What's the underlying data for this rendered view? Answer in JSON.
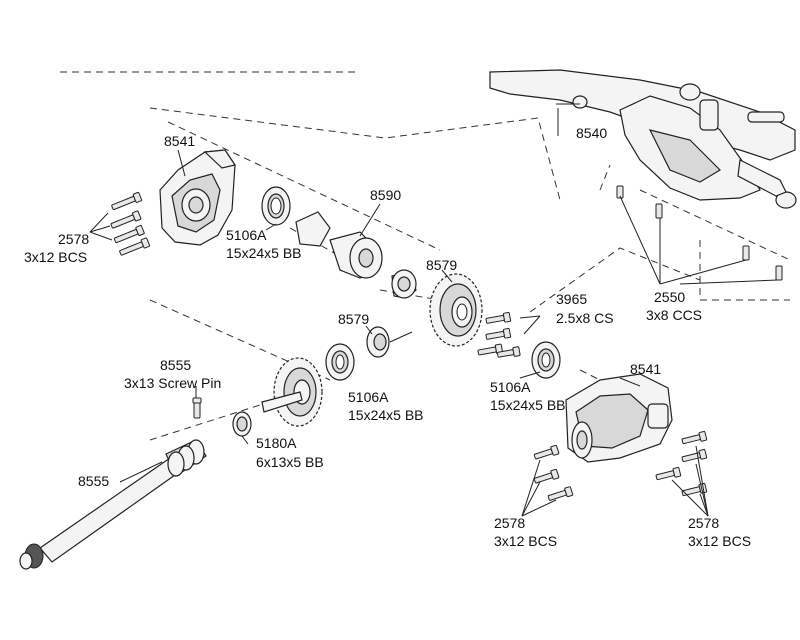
{
  "callouts": {
    "housing_left": "8541",
    "screws_left_num": "2578",
    "screws_left_desc": "3x12 BCS",
    "bearing_top_num": "5106A",
    "bearing_top_desc": "15x24x5 BB",
    "diff_output": "8590",
    "chassis_mount": "8540",
    "ring_gear": "8579",
    "ring_screws_num": "3965",
    "ring_screws_desc": "2.5x8 CS",
    "chassis_screws_num": "2550",
    "chassis_screws_desc": "3x8 CCS",
    "pinion": "8579",
    "pin_num": "8555",
    "pin_desc": "3x13 Screw Pin",
    "bearing_mid_num": "5106A",
    "bearing_mid_desc": "15x24x5 BB",
    "bearing_right_num": "5106A",
    "bearing_right_desc": "15x24x5 BB",
    "housing_right": "8541",
    "bearing_small_num": "5180A",
    "bearing_small_desc": "6x13x5 BB",
    "driveshaft": "8555",
    "screws_bottom_left_num": "2578",
    "screws_bottom_left_desc": "3x12 BCS",
    "screws_bottom_right_num": "2578",
    "screws_bottom_right_desc": "3x12 BCS"
  }
}
